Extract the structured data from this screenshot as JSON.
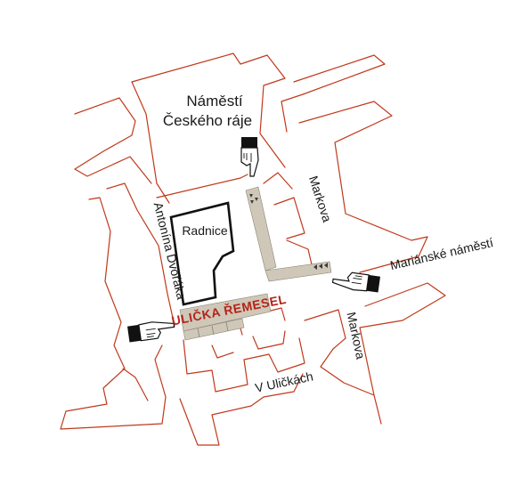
{
  "map": {
    "square_name_line1": "Náměstí",
    "square_name_line2": "Českého ráje",
    "town_hall": "Radnice",
    "lane": "ULIČKA ŘEMESEL",
    "street_west": "Antonína Dvořáka",
    "street_markova_north": "Markova",
    "street_markova_south": "Markova",
    "square_east": "Mariánské náměstí",
    "street_south": "V Uličkách"
  },
  "colors": {
    "street_outline": "#c0391b",
    "lane_fill": "#cfc8b8",
    "lane_label": "#b5241a",
    "town_hall_outline": "#111111"
  },
  "icons": {
    "pointer": "pointing-hand-icon",
    "direction": "triangle-arrow-icon"
  }
}
